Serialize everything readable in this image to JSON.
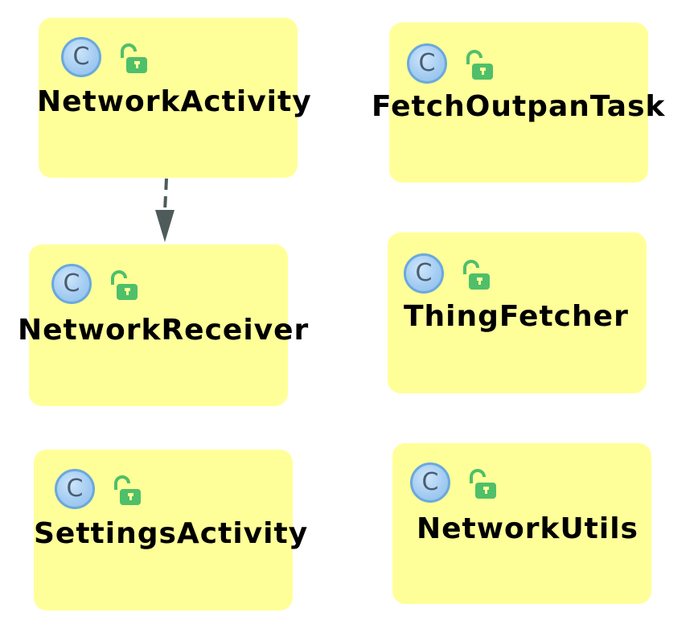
{
  "diagram": {
    "classes": [
      {
        "id": "network-activity",
        "kind_letter": "C",
        "name": "NetworkActivity",
        "visibility": "public"
      },
      {
        "id": "fetch-outpan-task",
        "kind_letter": "C",
        "name": "FetchOutpanTask",
        "visibility": "public"
      },
      {
        "id": "network-receiver",
        "kind_letter": "C",
        "name": "NetworkReceiver",
        "visibility": "public"
      },
      {
        "id": "thing-fetcher",
        "kind_letter": "C",
        "name": "ThingFetcher",
        "visibility": "public"
      },
      {
        "id": "settings-activity",
        "kind_letter": "C",
        "name": "SettingsActivity",
        "visibility": "public"
      },
      {
        "id": "network-utils",
        "kind_letter": "C",
        "name": "NetworkUtils",
        "visibility": "public"
      }
    ],
    "edges": [
      {
        "from": "network-activity",
        "to": "network-receiver",
        "style": "dashed",
        "head": "filled-triangle"
      }
    ],
    "colors": {
      "node_fill": "#ffff99",
      "class_badge_fill": "#a5cdf2",
      "class_badge_border": "#6aa9dd",
      "lock_color": "#4fbf6a",
      "edge_color": "#4f5a5a"
    }
  }
}
